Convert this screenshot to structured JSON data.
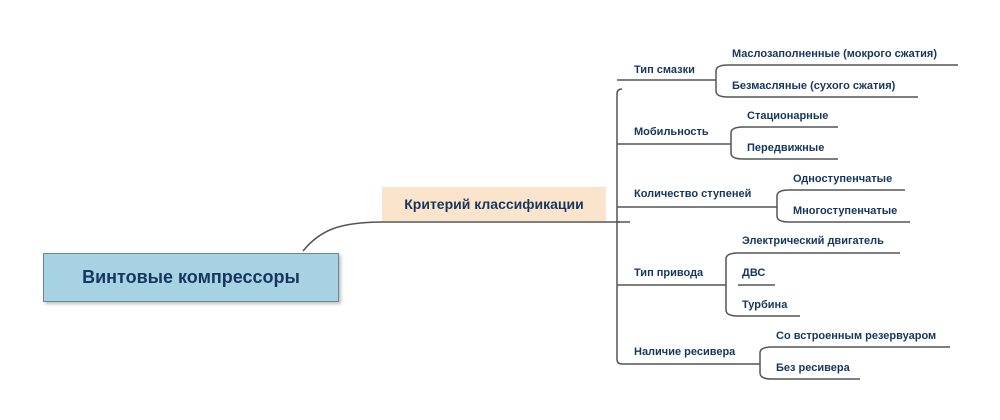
{
  "root": {
    "label": "Винтовые компрессоры"
  },
  "criterion": {
    "label": "Критерий классификации"
  },
  "categories": [
    {
      "label": "Тип смазки",
      "children": [
        "Маслозаполненные (мокрого сжатия)",
        "Безмасляные (сухого сжатия)"
      ]
    },
    {
      "label": "Мобильность",
      "children": [
        "Стационарные",
        "Передвижные"
      ]
    },
    {
      "label": "Количество ступеней",
      "children": [
        "Одноступенчатые",
        "Многоступенчатые"
      ]
    },
    {
      "label": "Тип привода",
      "children": [
        "Электрический двигатель",
        "ДВС",
        "Турбина"
      ]
    },
    {
      "label": "Наличие ресивера",
      "children": [
        "Со встроенным резервуаром",
        "Без ресивера"
      ]
    }
  ],
  "colors": {
    "line": "#555555",
    "root_fill": "#a6d2e3",
    "criterion_fill": "#fae5cc",
    "text": "#17365d"
  }
}
